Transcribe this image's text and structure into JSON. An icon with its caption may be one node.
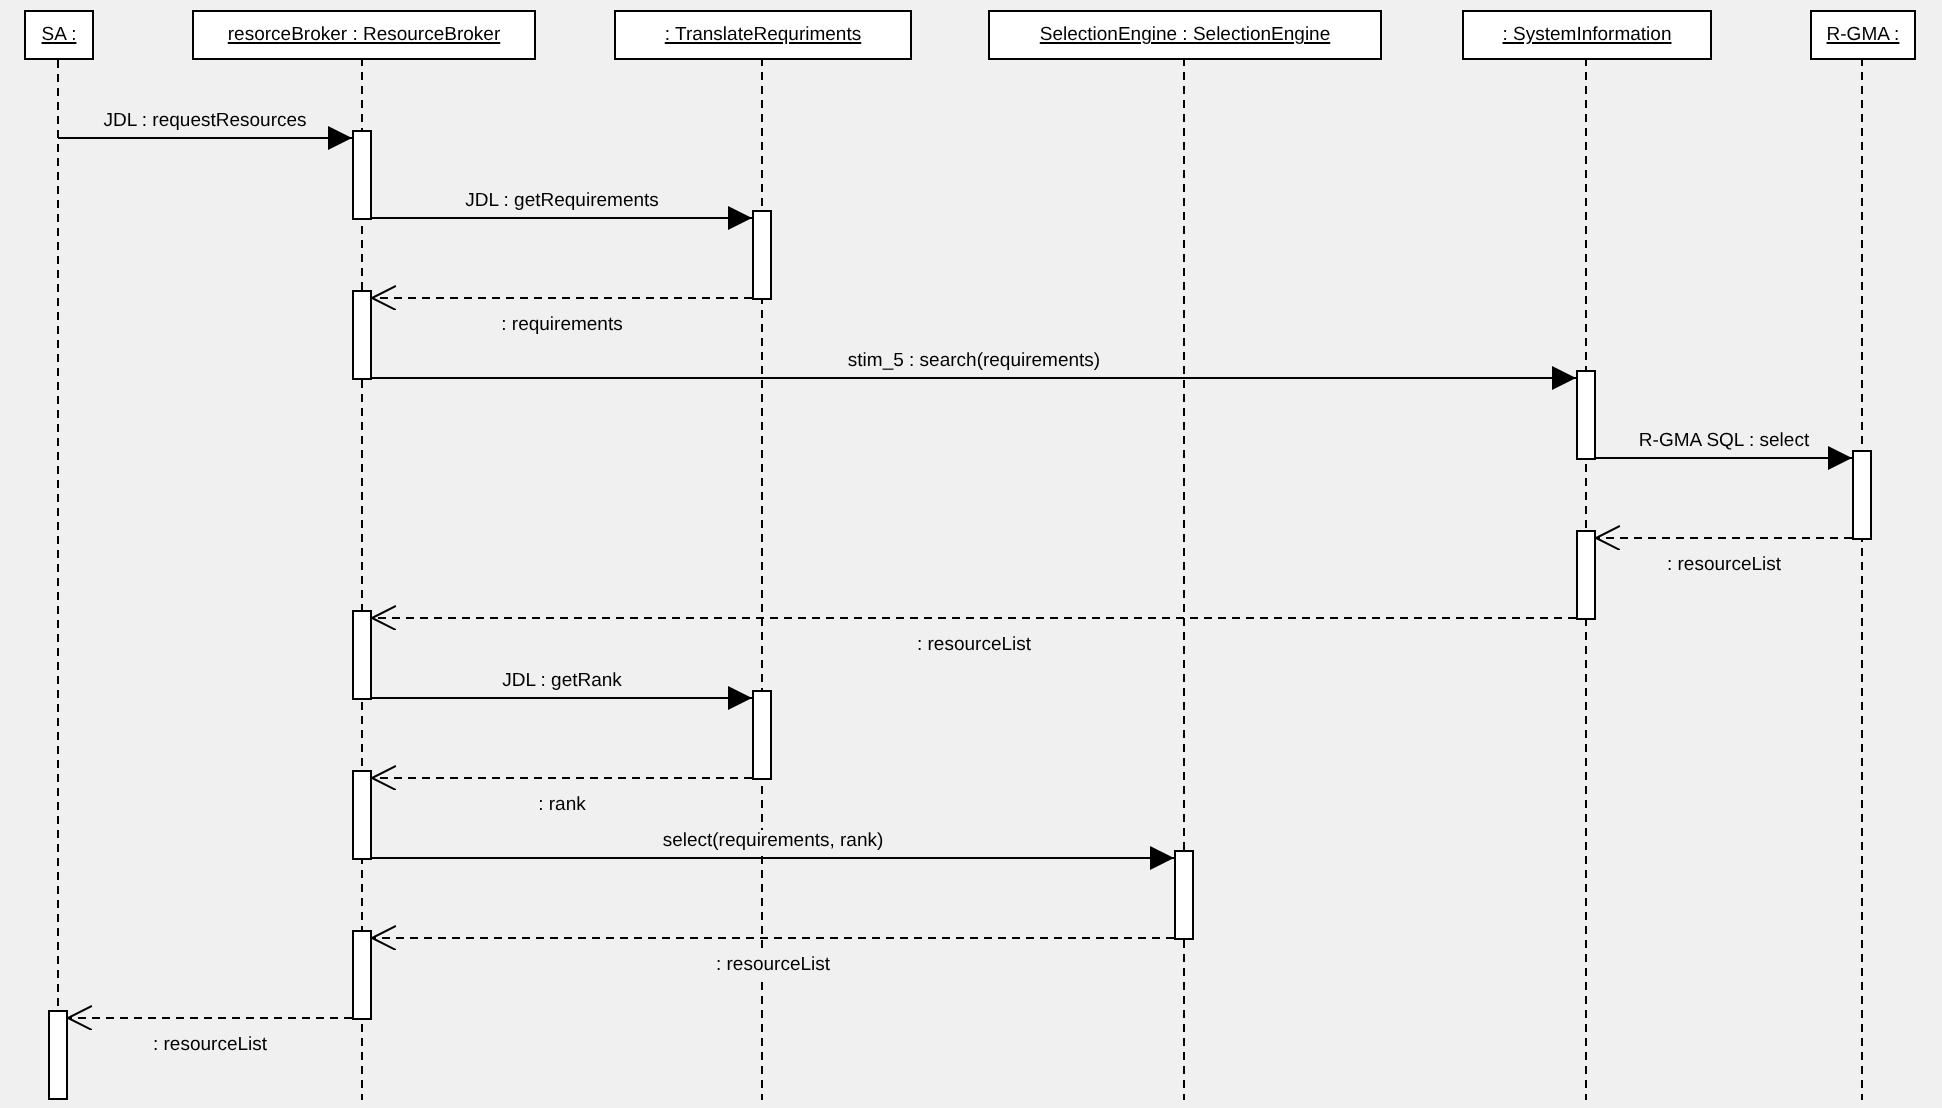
{
  "diagram": {
    "nodes": [
      {
        "text": [
          "SA :"
        ]
      },
      {
        "text": [
          "resorceBroker : ResourceBroker"
        ]
      },
      {
        "text": [
          ": TranslateRequriments"
        ]
      },
      {
        "text": [
          "SelectionEngine : SelectionEngine"
        ]
      },
      {
        "text": [
          ": SystemInformation"
        ]
      },
      {
        "text": [
          "R-GMA :"
        ]
      },
      {
        "text": [],
        "shape": "bar"
      },
      {
        "text": [],
        "shape": "bar"
      },
      {
        "text": [],
        "shape": "bar"
      },
      {
        "text": [],
        "shape": "bar"
      },
      {
        "text": [],
        "shape": "bar"
      },
      {
        "text": [],
        "shape": "bar"
      },
      {
        "text": [],
        "shape": "bar"
      },
      {
        "text": [],
        "shape": "bar"
      },
      {
        "text": [],
        "shape": "bar"
      },
      {
        "text": [],
        "shape": "bar"
      },
      {
        "text": [],
        "shape": "bar"
      },
      {
        "text": [],
        "shape": "bar"
      }
    ],
    "edges": [
      {
        "from": null,
        "to": 6,
        "arrow": "to",
        "label": "JDL : requestResources"
      },
      {
        "from": 6,
        "to": 7,
        "arrow": "to",
        "label": "JDL : getRequirements"
      },
      {
        "from": 7,
        "to": 8,
        "arrow": "to",
        "label": ": requirements",
        "style": "dashed"
      },
      {
        "from": 8,
        "to": 9,
        "arrow": "to",
        "label": "stim_5 : search(requirements)"
      },
      {
        "from": 9,
        "to": 10,
        "arrow": "to",
        "label": "R-GMA SQL : select"
      },
      {
        "from": 10,
        "to": 11,
        "arrow": "to",
        "label": ": resourceList",
        "style": "dashed"
      },
      {
        "from": 11,
        "to": 12,
        "arrow": "to",
        "label": ": resourceList",
        "style": "dashed"
      },
      {
        "from": 12,
        "to": 13,
        "arrow": "to",
        "label": "JDL : getRank"
      },
      {
        "from": 13,
        "to": 14,
        "arrow": "to",
        "label": ": rank",
        "style": "dashed"
      },
      {
        "from": 14,
        "to": 15,
        "arrow": "to",
        "label": "select(requirements, rank)"
      },
      {
        "from": 15,
        "to": 16,
        "arrow": "to",
        "label": ": resourceList",
        "style": "dashed"
      },
      {
        "from": 16,
        "to": 17,
        "arrow": "to",
        "label": ": resourceList",
        "style": "dashed"
      },
      {
        "from": 0,
        "to": 17,
        "arrow": "none",
        "style": "dashed"
      }
    ]
  }
}
